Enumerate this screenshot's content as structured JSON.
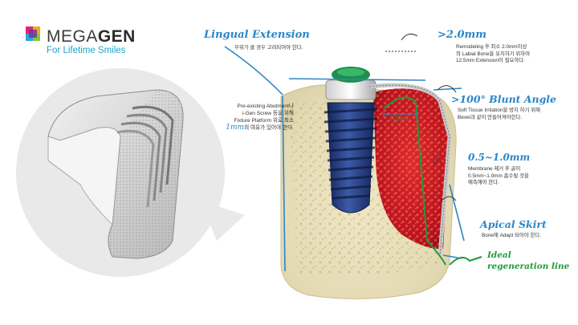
{
  "logo": {
    "brand_pre": "MEGA",
    "brand_post": "GEN",
    "tagline": "For Lifetime Smiles"
  },
  "colors": {
    "accent_blue": "#2a86c7",
    "green": "#1f9a3a",
    "graft_red": "#c4141c",
    "implant_navy": "#243a78",
    "bone": "#e4dbb8"
  },
  "annotations": {
    "lingual": {
      "title": "Lingual Extension",
      "text": "부위가 클 경우 고려되어야 한다."
    },
    "gt2": {
      "title": ">2.0mm",
      "lines": [
        "Remodeling 후 최소 2.0mm이상",
        "의 Labial Bone을 유지하기 위하여",
        "12.5mm Extension이 필요하다."
      ]
    },
    "blunt": {
      "title": ">100° Blunt Angle",
      "lines": [
        "Soft Tissue Irritation을 방지 하기 위해",
        "Bevel과 같이 만들어져야한다."
      ]
    },
    "preexist": {
      "lines": [
        "Pre-existing Abutment나",
        "i-Gen  Screw  등을  위해",
        "Fixture Platform 위로 최소"
      ],
      "mm": "1mm",
      "tail": "의 여유가 있어야 한다."
    },
    "membrane": {
      "title": "0.5~1.0mm",
      "lines": [
        "Membrane 제거 후 골이",
        "0.5mm~1.0mm  흡수될  것을",
        "예측해야 한다."
      ]
    },
    "apical": {
      "title": "Apical Skirt",
      "text": "Bone에 Adapt 되어야 한다."
    },
    "ideal": {
      "line1": "Ideal",
      "line2": "regeneration line"
    },
    "dim": "2.2mm"
  }
}
